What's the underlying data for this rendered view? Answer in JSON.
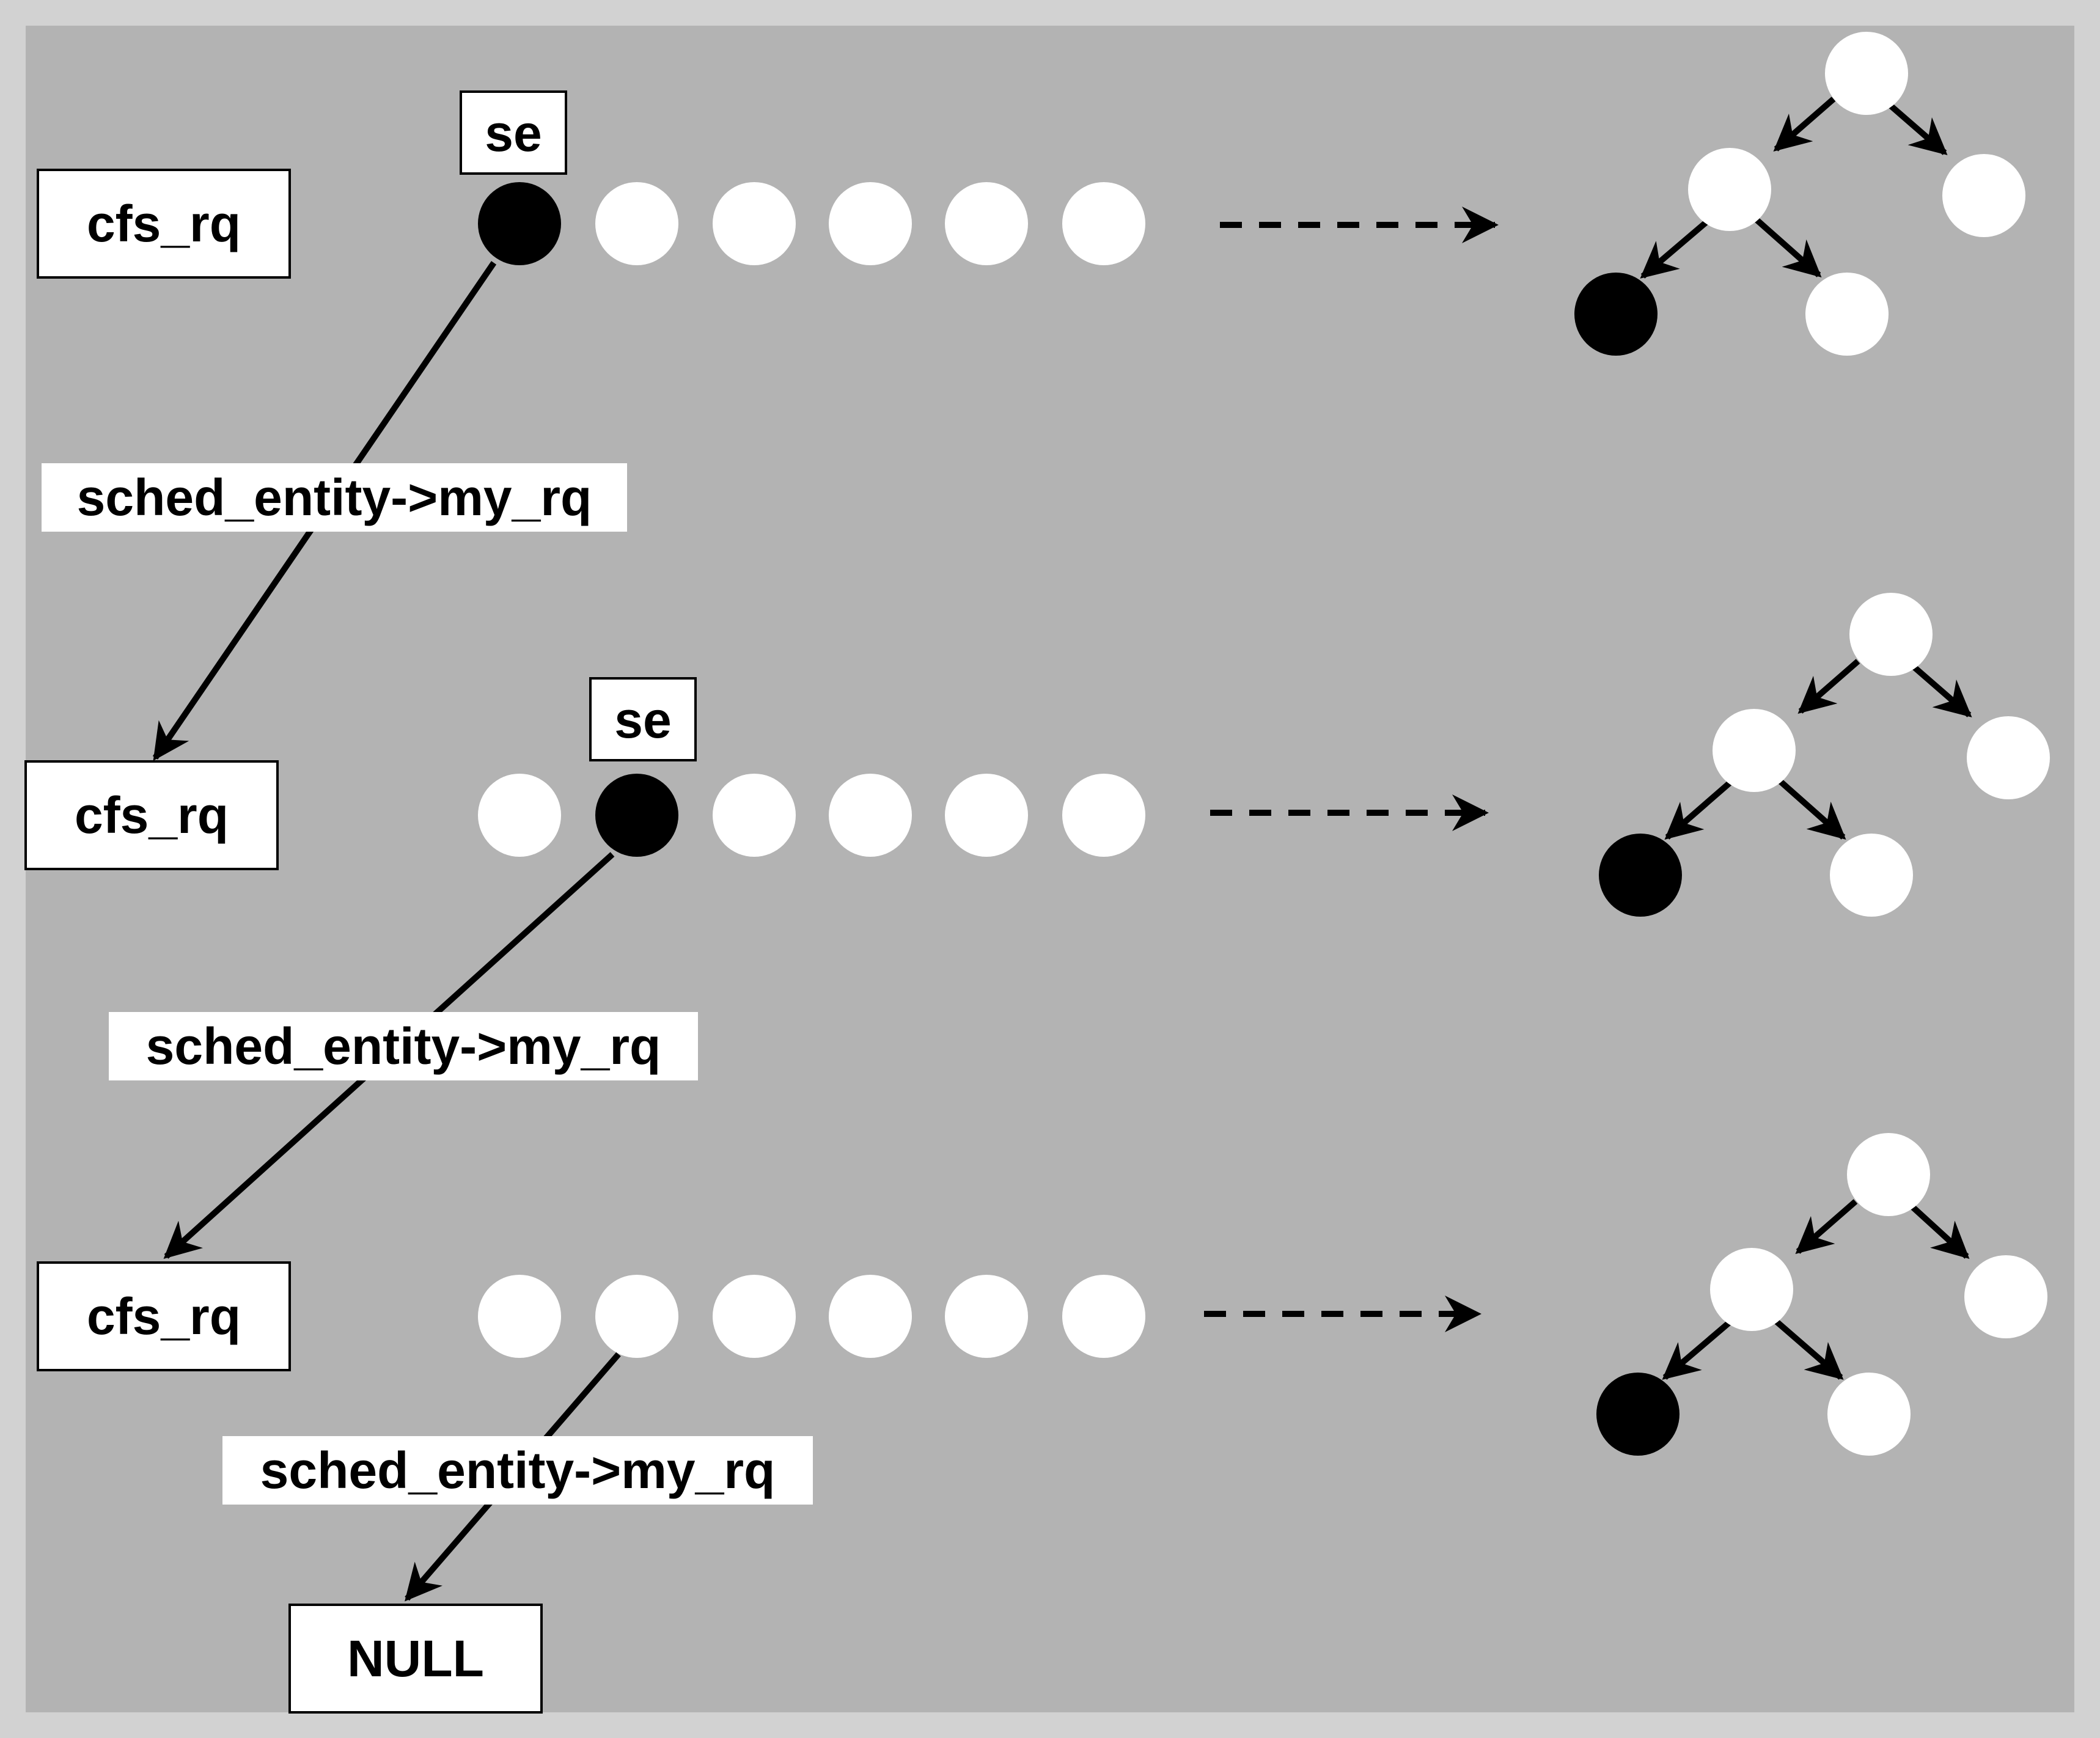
{
  "colors": {
    "outer_frame": "#d2d2d2",
    "canvas": "#b3b3b3",
    "node_empty": "#ffffff",
    "node_selected": "#000000",
    "box_fill": "#ffffff",
    "stroke": "#000000"
  },
  "levels": [
    {
      "box_label": "cfs_rq",
      "se_label": "se",
      "queue_selected_index": 0,
      "link_label": "sched_entity->my_rq"
    },
    {
      "box_label": "cfs_rq",
      "se_label": "se",
      "queue_selected_index": 1,
      "link_label": "sched_entity->my_rq"
    },
    {
      "box_label": "cfs_rq",
      "se_label": "",
      "queue_selected_index": -1,
      "link_label": "sched_entity->my_rq"
    }
  ],
  "null_label": "NULL",
  "queue_length": 6,
  "tree": {
    "nodes": [
      "root",
      "left",
      "right",
      "left-left",
      "left-right"
    ],
    "selected_node": "left-left"
  }
}
